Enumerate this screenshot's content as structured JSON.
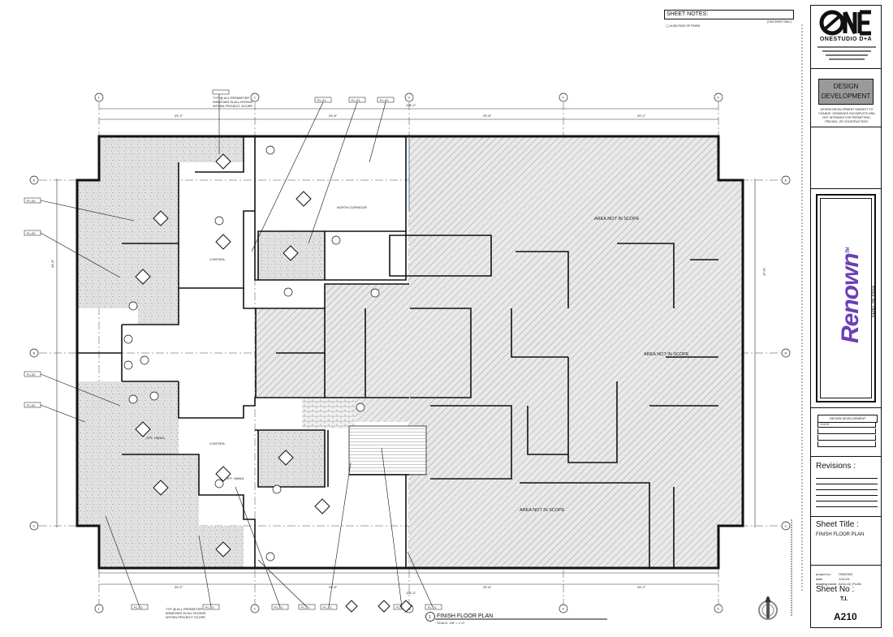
{
  "sheet_notes": {
    "title": "SHEET NOTES:",
    "ref": "(THIS SHEET ONLY)",
    "item": "ALIGN FACE OF FINISH"
  },
  "plan": {
    "title": "FINISH FLOOR PLAN",
    "scale": "SCALE:   1/8\" = 1'-0\"",
    "number": "1",
    "area_not_in_scope": [
      "AREA NOT IN SCOPE",
      "AREA NOT IN SCOPE",
      "AREA NOT IN SCOPE"
    ],
    "grid_cols": [
      "1",
      "2",
      "3",
      "4",
      "5"
    ],
    "grid_rows": [
      "A",
      "B",
      "C"
    ],
    "dims_top": [
      "29'-2\"",
      "29'-8\"",
      "29'-8\"",
      "29'-2\""
    ],
    "dims_bottom": [
      "29'-2\"",
      "29'-8\"",
      "29'-8\"",
      "29'-2\""
    ],
    "overall_top": "118'-4\"",
    "overall_bottom": "118'-4\"",
    "dims_side": [
      "34'-8\"",
      "34'-8\""
    ],
    "note_typ": [
      "TYP @ ALL PERIMETER",
      "WINDOWS IN ALL ROOMS",
      "WITHIN PROJECT SCOPE"
    ],
    "finish_tags_top": [
      "FL-01",
      "FL-01",
      "FL-02",
      "FL-01"
    ],
    "finish_tags_left": [
      "FL-02",
      "FL-02",
      "FL-02",
      "FL-02"
    ],
    "finish_tags_bottom": [
      "FL-02",
      "FL-01",
      "FL-01",
      "FL-01",
      "FL-01",
      "FL-01",
      "FL-01"
    ],
    "room_labels": [
      "NORTH CORRIDOR",
      "OFF. HANDL",
      "OFF. HANDL",
      "CONTROL",
      "CONTROL"
    ]
  },
  "title_block": {
    "firm": "ONESTUDIO D+A",
    "status_label": "DESIGN DEVELOPMENT",
    "status_note": "DESIGN DEVELOPMENT SUBJECT TO CHANGE. DRAWINGS INCOMPLETE AND NOT INTENDED FOR PERMITTING, PRICING, OR CONSTRUCTION.",
    "client": "Renown",
    "client_trademark": "TM",
    "client_city": "RENO, NV 89502",
    "phase_header": "DESIGN DEVELOPMENT",
    "phase_date": "1/11/24",
    "revisions_label": "Revisions :",
    "sheet_title_label": "Sheet Title :",
    "sheet_title": "FINISH FLOOR PLAN",
    "project_no_label": "project no:",
    "project_no": "ON02342",
    "date_label": "date:",
    "date": "1/11/24",
    "drawing_name_label": "drawing name:",
    "drawing_name": "A211-02_PLAN",
    "sheet_no_label": "Sheet No :",
    "discipline": "T.I.",
    "sheet_no": "A210"
  },
  "colors": {
    "client_purple": "#6b3fb5",
    "line": "#111111",
    "hatch": "#999999"
  }
}
